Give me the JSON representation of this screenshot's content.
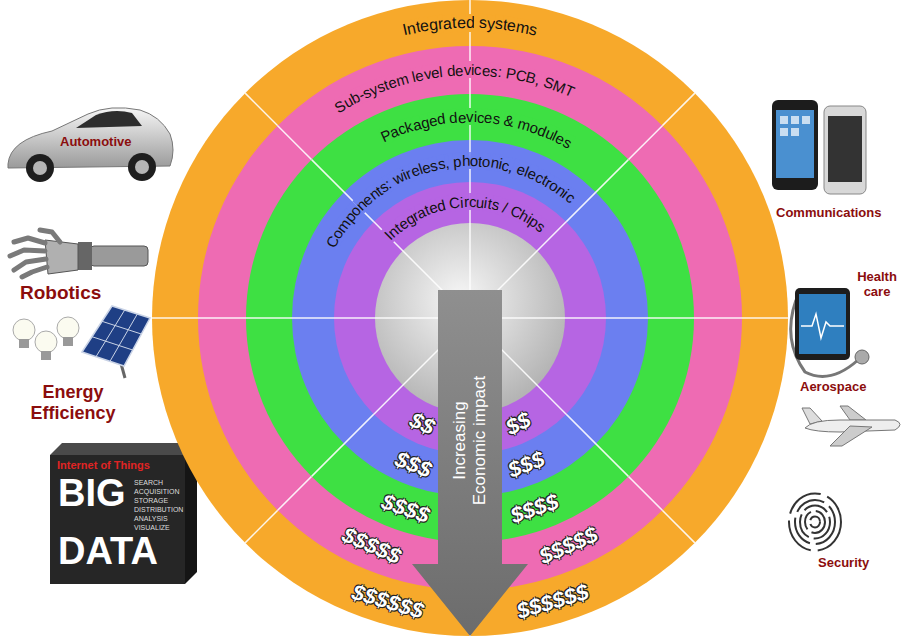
{
  "diagram": {
    "nodes": [
      {
        "text": [
          "Integrated systems"
        ]
      },
      {
        "text": [
          "Sub-system level devices: PCB, SMT"
        ],
        "in": 0
      },
      {
        "text": [
          "Packaged devices & modules"
        ],
        "in": 1
      },
      {
        "text": [
          "Components: wireless, photonic, electronic"
        ],
        "in": 2
      },
      {
        "text": [
          "Integrated Circuits / Chips"
        ],
        "in": 3
      },
      {
        "text": [
          "Increasing Economic impact"
        ]
      }
    ],
    "labels": [
      "Automotive",
      "Communications",
      "Robotics",
      "Health care",
      "Energy Efficiency",
      "Aerospace",
      "Internet of Things",
      "BIG",
      "SEARCH",
      "ACQUISITION",
      "STORAGE",
      "DISTRIBUTION",
      "ANALYSIS",
      "VISUALIZE",
      "DATA",
      "Security",
      "$$",
      "$$",
      "$$$",
      "$$$",
      "$$$$",
      "$$$$",
      "$$$$$",
      "$$$$$",
      "$$$$$$",
      "$$$$$$"
    ]
  }
}
